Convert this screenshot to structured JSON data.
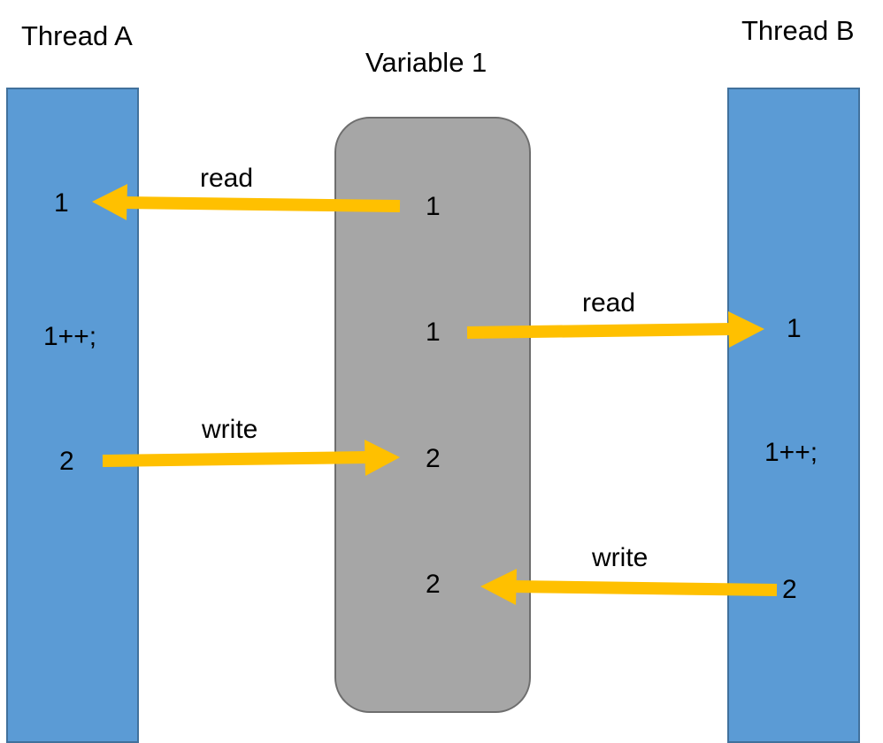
{
  "diagram": {
    "title_left": "Thread A",
    "title_center": "Variable 1",
    "title_right": "Thread B",
    "colors": {
      "thread": "#5b9bd5",
      "variable": "#a6a6a6",
      "arrow": "#ffc000"
    },
    "thread_a": {
      "value_read": "1",
      "op": "1++;",
      "value_write": "2"
    },
    "variable": {
      "v1": "1",
      "v2": "1",
      "v3": "2",
      "v4": "2"
    },
    "thread_b": {
      "value_read": "1",
      "op": "1++;",
      "value_write": "2"
    },
    "arrows": {
      "a_read": "read",
      "b_read": "read",
      "a_write": "write",
      "b_write": "write"
    }
  }
}
